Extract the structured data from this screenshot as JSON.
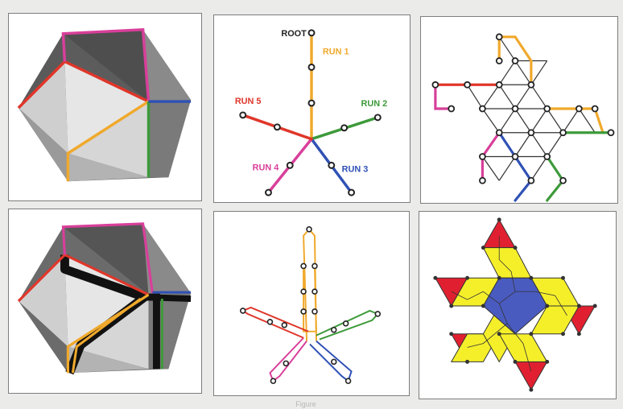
{
  "colors": {
    "run1": "#f0a92c",
    "run2": "#3d9a3a",
    "run3": "#2f51b5",
    "run4": "#d83f9a",
    "run5": "#e0362a",
    "root": "#222222",
    "edge": "#333333",
    "face_red": "#e02030",
    "face_yellow": "#f5ef2a",
    "face_blue": "#4a5bc0"
  },
  "labels": {
    "root": "ROOT",
    "run1": "RUN 1",
    "run2": "RUN 2",
    "run3": "RUN 3",
    "run4": "RUN 4",
    "run5": "RUN 5"
  },
  "caption": "Figure"
}
